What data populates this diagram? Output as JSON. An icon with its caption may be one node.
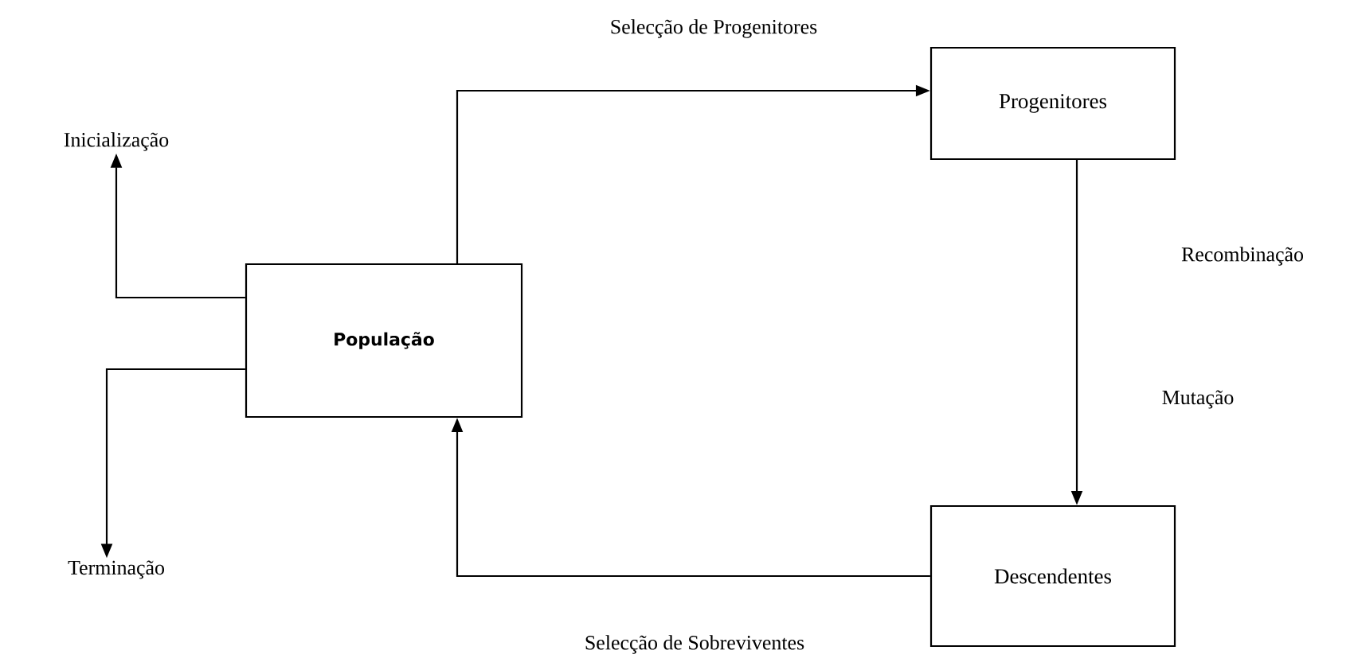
{
  "diagram": {
    "nodes": [
      {
        "text": [
          "Inicialização"
        ]
      },
      {
        "text": [
          "População"
        ]
      },
      {
        "text": [
          "Terminação"
        ]
      },
      {
        "text": [
          "Progenitores"
        ]
      },
      {
        "text": [
          "Descendentes"
        ]
      }
    ],
    "edges": [
      {
        "from": 1,
        "to": 0,
        "arrow": "to"
      },
      {
        "from": 1,
        "to": 2,
        "arrow": "to"
      },
      {
        "from": 1,
        "to": 3,
        "arrow": "to",
        "label": "Selecção de Progenitores"
      },
      {
        "from": 3,
        "to": 4,
        "arrow": "to"
      },
      {
        "from": 4,
        "to": 1,
        "arrow": "to",
        "label": "Selecção de Sobreviventes"
      }
    ],
    "labels": [
      "Recombinação",
      "Mutação"
    ]
  }
}
